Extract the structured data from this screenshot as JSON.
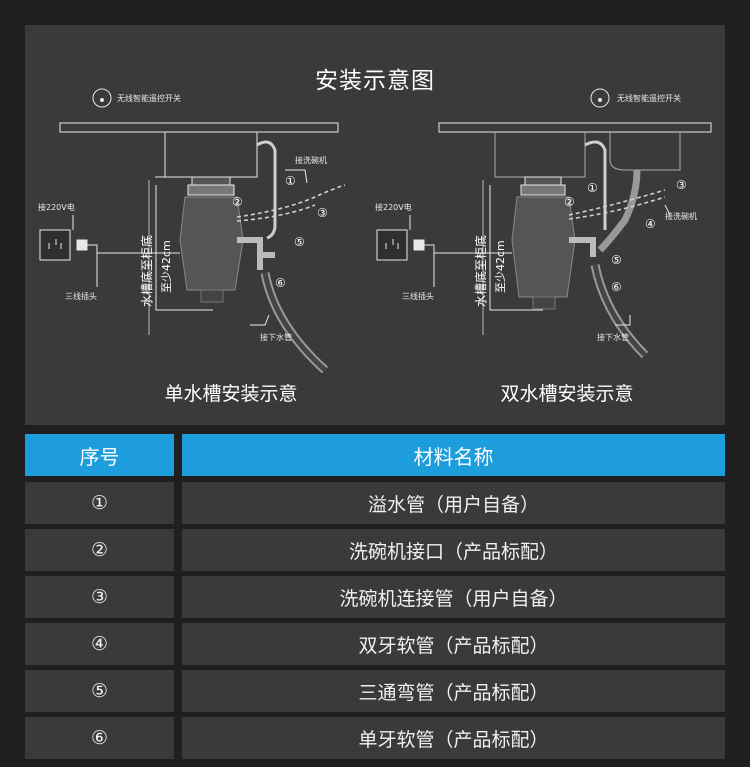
{
  "title": "安装示意图",
  "single": {
    "remote_switch": "无线智能遥控开关",
    "power": "接220V电",
    "plug": "三线插头",
    "height_line1": "水槽底至柜底",
    "height_line2": "至少42cm",
    "dishwasher": "接洗碗机",
    "drain": "接下水管",
    "caption": "单水槽安装示意"
  },
  "double": {
    "remote_switch": "无线智能遥控开关",
    "power": "接220V电",
    "plug": "三线插头",
    "height_line1": "水槽底至柜底",
    "height_line2": "至少42cm",
    "dishwasher": "接洗碗机",
    "drain": "接下水管",
    "caption": "双水槽安装示意"
  },
  "markers": [
    "①",
    "②",
    "③",
    "④",
    "⑤",
    "⑥"
  ],
  "table": {
    "headers": [
      "序号",
      "材料名称"
    ],
    "rows": [
      {
        "no": "①",
        "name": "溢水管（用户自备）"
      },
      {
        "no": "②",
        "name": "洗碗机接口（产品标配）"
      },
      {
        "no": "③",
        "name": "洗碗机连接管（用户自备）"
      },
      {
        "no": "④",
        "name": "双牙软管（产品标配）"
      },
      {
        "no": "⑤",
        "name": "三通弯管（产品标配）"
      },
      {
        "no": "⑥",
        "name": "单牙软管（产品标配）"
      }
    ]
  },
  "colors": {
    "header_bg": "#1e9ddd",
    "cell_bg": "#3a3a3a",
    "page_bg": "#1f1f1f"
  }
}
